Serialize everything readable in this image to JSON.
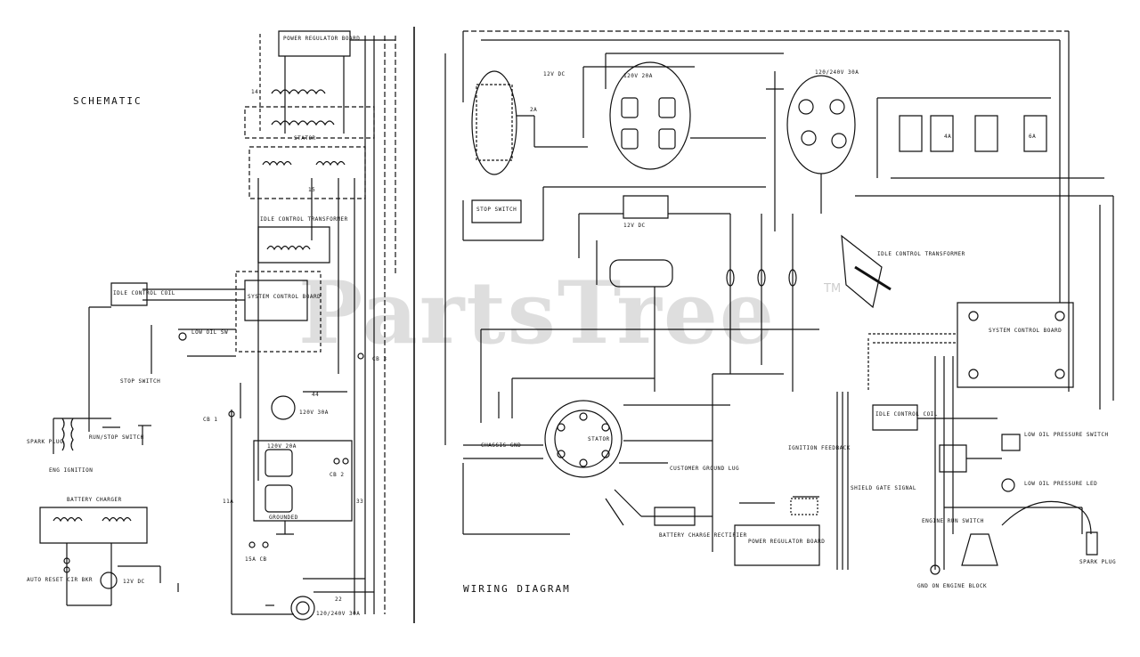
{
  "schematic_title": "SCHEMATIC",
  "wiring_title": "WIRING DIAGRAM",
  "watermark": "PartsTree",
  "trademark": "TM",
  "labels": {
    "power_regulator_board": "POWER REGULATOR BOARD",
    "stator": "STATOR",
    "system_control_board": "SYSTEM CONTROL BOARD",
    "idle_control_transformer": "IDLE CONTROL TRANSFORMER",
    "idle_control_coil": "IDLE CONTROL COIL",
    "low_oil_sw": "LOW OIL SW",
    "stop_switch": "STOP SWITCH",
    "run_stop_switch": "RUN/STOP SWITCH",
    "spark_plug": "SPARK PLUG",
    "engine_ignition": "ENG IGNITION",
    "battery_charger": "BATTERY CHARGER",
    "auto_reset_cb": "AUTO RESET CIR BKR",
    "receptacle_12v": "12V DC",
    "receptacle_120v_30a": "120V 30A",
    "receptacle_120v_20a": "120V 20A",
    "receptacle_240v": "120/240V 30A",
    "grounded_unit": "GROUNDED",
    "circuit_breaker_cb1": "CB 1",
    "circuit_breaker_cb2": "CB 2",
    "circuit_breaker_cb3": "CB 3",
    "circuit_breaker_cb4": "15A CB",
    "battery_charge_rectifier": "BATTERY CHARGE RECTIFIER",
    "customer_ground_lug": "CUSTOMER GROUND LUG",
    "power_regulator_label": "POWER REGULATOR BOARD",
    "spark_plug_wiring": "SPARK PLUG",
    "idle_control_coil_wiring": "IDLE CONTROL COIL",
    "low_oil_pressure_switch": "LOW OIL PRESSURE SWITCH",
    "engine_run_switch": "ENGINE RUN SWITCH",
    "ignition_feedback": "IGNITION FEEDBACK",
    "shield_ground": "SHIELD GATE SIGNAL",
    "gnd_on_engine": "GND ON ENGINE BLOCK",
    "oil_pressure_light": "LOW OIL PRESSURE LED",
    "chassis_ground": "CHASSIS GND",
    "wire_14": "14",
    "wire_15": "15",
    "wire_11a": "11A",
    "wire_22": "22",
    "wire_33": "33",
    "wire_44": "44",
    "wire_2a": "2A",
    "wire_4a": "4A",
    "wire_6a": "6A"
  }
}
